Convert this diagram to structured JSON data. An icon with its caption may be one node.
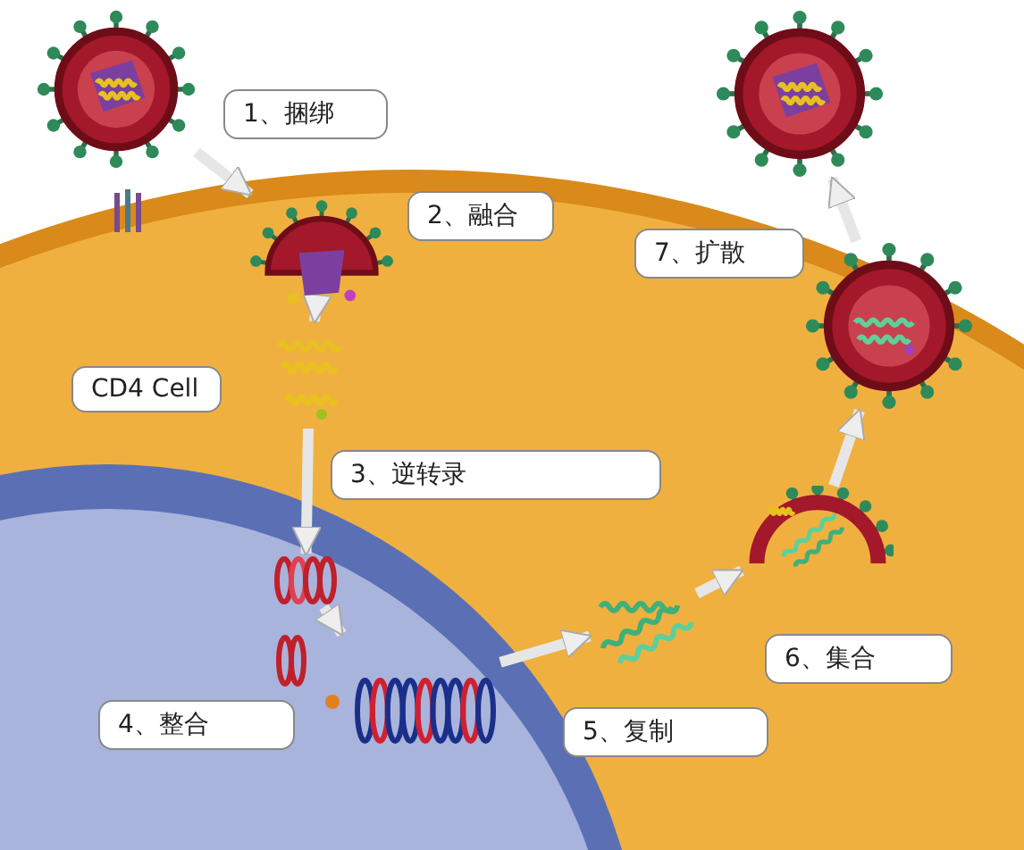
{
  "diagram": {
    "nodes": [
      {
        "text": [
          "1、捆绑"
        ]
      },
      {
        "text": [
          "2、融合"
        ]
      },
      {
        "text": [
          "CD4 Cell"
        ]
      },
      {
        "text": [
          "3、逆转录"
        ]
      },
      {
        "text": [
          "4、整合"
        ]
      },
      {
        "text": [
          "5、复制"
        ]
      },
      {
        "text": [
          "6、集合"
        ]
      },
      {
        "text": [
          "7、扩散"
        ]
      },
      {
        "text": [],
        "shape": "picture"
      },
      {
        "text": [],
        "shape": "picture"
      },
      {
        "text": [],
        "shape": "picture"
      },
      {
        "text": [],
        "shape": "picture"
      },
      {
        "text": [],
        "shape": "picture"
      },
      {
        "text": [],
        "shape": "picture"
      },
      {
        "text": [],
        "shape": "picture"
      },
      {
        "text": [],
        "shape": "picture"
      },
      {
        "text": [],
        "shape": "picture"
      }
    ],
    "edges": [
      {
        "from": 8,
        "to": 9,
        "arrow": "to"
      },
      {
        "from": 9,
        "to": 10,
        "arrow": "to"
      },
      {
        "from": 10,
        "to": 11,
        "arrow": "to"
      },
      {
        "from": 11,
        "to": 12,
        "arrow": "to"
      },
      {
        "from": 12,
        "to": 13,
        "arrow": "to"
      },
      {
        "from": 13,
        "to": 14,
        "arrow": "to"
      },
      {
        "from": 14,
        "to": 15,
        "arrow": "to"
      },
      {
        "from": 15,
        "to": 16,
        "arrow": "to"
      }
    ]
  }
}
